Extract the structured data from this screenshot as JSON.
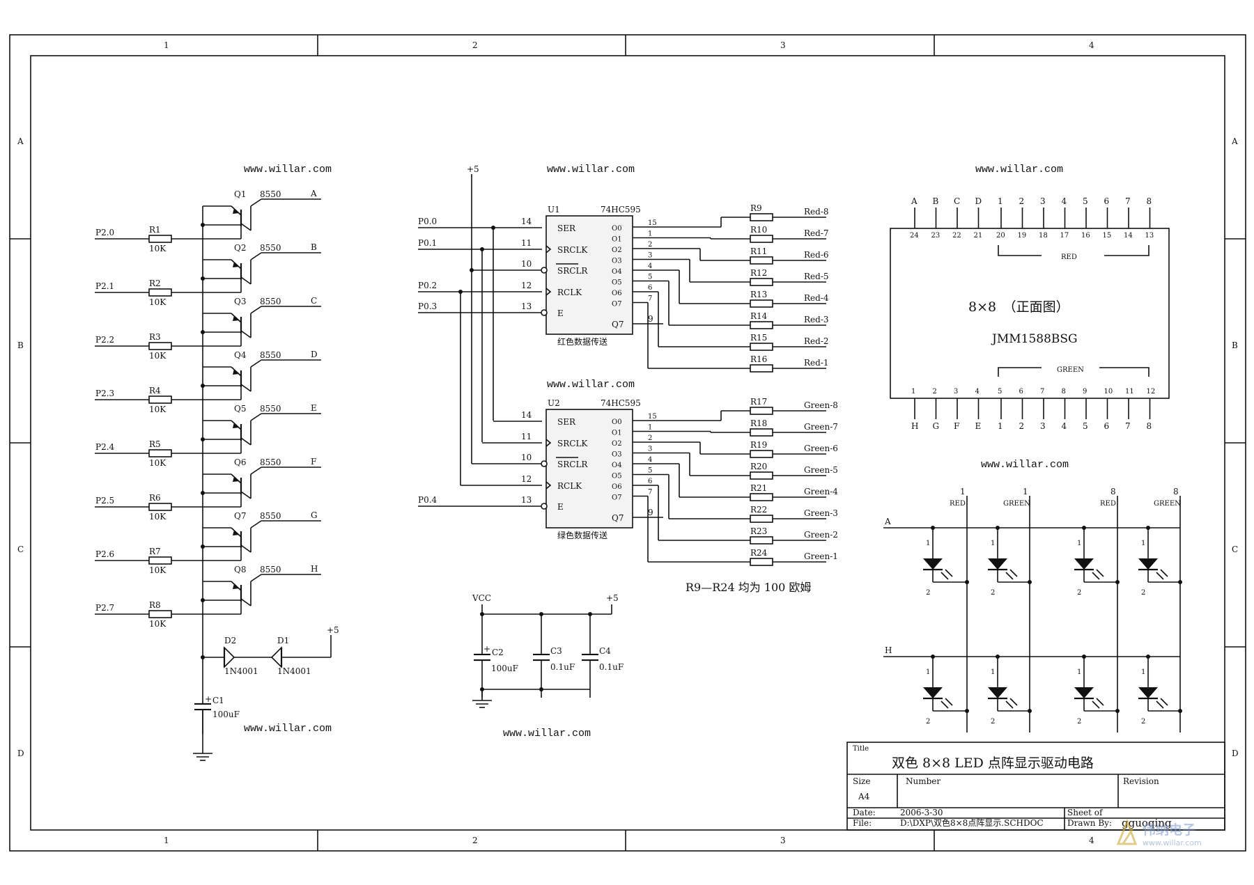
{
  "frame": {
    "columns": [
      "1",
      "2",
      "3",
      "4"
    ],
    "rows": [
      "A",
      "B",
      "C",
      "D"
    ]
  },
  "watermarks": [
    "www.willar.com",
    "www.willar.com",
    "www.willar.com",
    "www.willar.com",
    "www.willar.com",
    "www.willar.com",
    "www.willar.com"
  ],
  "drivers": {
    "inputs": [
      "P2.0",
      "P2.1",
      "P2.2",
      "P2.3",
      "P2.4",
      "P2.5",
      "P2.6",
      "P2.7"
    ],
    "resistors": [
      "R1",
      "R2",
      "R3",
      "R4",
      "R5",
      "R6",
      "R7",
      "R8"
    ],
    "resistor_value": "10K",
    "transistors": [
      "Q1",
      "Q2",
      "Q3",
      "Q4",
      "Q5",
      "Q6",
      "Q7",
      "Q8"
    ],
    "transistor_type": "8550",
    "outputs": [
      "A",
      "B",
      "C",
      "D",
      "E",
      "F",
      "G",
      "H"
    ],
    "diodes": [
      {
        "ref": "D2",
        "part": "1N4001"
      },
      {
        "ref": "D1",
        "part": "1N4001"
      }
    ],
    "supply": "+5",
    "cap": {
      "ref": "C1",
      "value": "100uF"
    }
  },
  "shift_registers": [
    {
      "ref": "U1",
      "part": "74HC595",
      "caption": "红色数据传送",
      "inputs": [
        {
          "net": "P0.0",
          "pin": "14",
          "name": "SER"
        },
        {
          "net": "P0.1",
          "pin": "11",
          "name": "SRCLK"
        },
        {
          "net": "",
          "pin": "10",
          "name": "SRCLR"
        },
        {
          "net": "P0.2",
          "pin": "12",
          "name": "RCLK"
        },
        {
          "net": "P0.3",
          "pin": "13",
          "name": "E"
        }
      ],
      "outputs": [
        {
          "name": "O0",
          "pin": "15"
        },
        {
          "name": "O1",
          "pin": "1"
        },
        {
          "name": "O2",
          "pin": "2"
        },
        {
          "name": "O3",
          "pin": "3"
        },
        {
          "name": "O4",
          "pin": "4"
        },
        {
          "name": "O5",
          "pin": "5"
        },
        {
          "name": "O6",
          "pin": "6"
        },
        {
          "name": "O7",
          "pin": "7"
        }
      ],
      "q7": {
        "name": "Q7",
        "pin": "9"
      },
      "resistors": [
        "R9",
        "R10",
        "R11",
        "R12",
        "R13",
        "R14",
        "R15",
        "R16"
      ],
      "nets": [
        "Red-8",
        "Red-7",
        "Red-6",
        "Red-5",
        "Red-4",
        "Red-3",
        "Red-2",
        "Red-1"
      ]
    },
    {
      "ref": "U2",
      "part": "74HC595",
      "caption": "绿色数据传送",
      "inputs": [
        {
          "net": "",
          "pin": "14",
          "name": "SER"
        },
        {
          "net": "",
          "pin": "11",
          "name": "SRCLK"
        },
        {
          "net": "",
          "pin": "10",
          "name": "SRCLR"
        },
        {
          "net": "",
          "pin": "12",
          "name": "RCLK"
        },
        {
          "net": "P0.4",
          "pin": "13",
          "name": "E"
        }
      ],
      "outputs": [
        {
          "name": "O0",
          "pin": "15"
        },
        {
          "name": "O1",
          "pin": "1"
        },
        {
          "name": "O2",
          "pin": "2"
        },
        {
          "name": "O3",
          "pin": "3"
        },
        {
          "name": "O4",
          "pin": "4"
        },
        {
          "name": "O5",
          "pin": "5"
        },
        {
          "name": "O6",
          "pin": "6"
        },
        {
          "name": "O7",
          "pin": "7"
        }
      ],
      "q7": {
        "name": "Q7",
        "pin": "9"
      },
      "resistors": [
        "R17",
        "R18",
        "R19",
        "R20",
        "R21",
        "R22",
        "R23",
        "R24"
      ],
      "nets": [
        "Green-8",
        "Green-7",
        "Green-6",
        "Green-5",
        "Green-4",
        "Green-3",
        "Green-2",
        "Green-1"
      ]
    }
  ],
  "sr_supply": "+5",
  "resistor_note": "R9—R24 均为 100 欧姆",
  "power_caps": {
    "vcc": "VCC",
    "supply": "+5",
    "caps": [
      {
        "ref": "C2",
        "value": "100uF"
      },
      {
        "ref": "C3",
        "value": "0.1uF"
      },
      {
        "ref": "C4",
        "value": "0.1uF"
      }
    ]
  },
  "matrix": {
    "top_labels": [
      "A",
      "B",
      "C",
      "D",
      "1",
      "2",
      "3",
      "4",
      "5",
      "6",
      "7",
      "8"
    ],
    "top_pins": [
      "24",
      "23",
      "22",
      "21",
      "20",
      "19",
      "18",
      "17",
      "16",
      "15",
      "14",
      "13"
    ],
    "bottom_labels": [
      "H",
      "G",
      "F",
      "E",
      "1",
      "2",
      "3",
      "4",
      "5",
      "6",
      "7",
      "8"
    ],
    "bottom_pins": [
      "1",
      "2",
      "3",
      "4",
      "5",
      "6",
      "7",
      "8",
      "9",
      "10",
      "11",
      "12"
    ],
    "red_label": "RED",
    "green_label": "GREEN",
    "title": "8×8　（正面图）",
    "part": "JMM1588BSG"
  },
  "led_schematic": {
    "rows": [
      "A",
      "H"
    ],
    "columns": [
      {
        "num": "1",
        "color": "RED"
      },
      {
        "num": "1",
        "color": "GREEN"
      },
      {
        "num": "8",
        "color": "RED"
      },
      {
        "num": "8",
        "color": "GREEN"
      }
    ],
    "pin_anode": "1",
    "pin_cathode": "2"
  },
  "title_block": {
    "title_label": "Title",
    "title": "双色 8×8 LED 点阵显示驱动电路",
    "size_label": "Size",
    "size": "A4",
    "number_label": "Number",
    "revision_label": "Revision",
    "date_label": "Date:",
    "date": "2006-3-30",
    "sheet_label": "Sheet  of",
    "file_label": "File:",
    "file": "D:\\DXP\\双色8×8点阵显示.SCHDOC",
    "drawn_label": "Drawn By:",
    "drawn": "gguoqing"
  },
  "logo": {
    "name": "伟纳电子",
    "url": "www.willar.com"
  }
}
